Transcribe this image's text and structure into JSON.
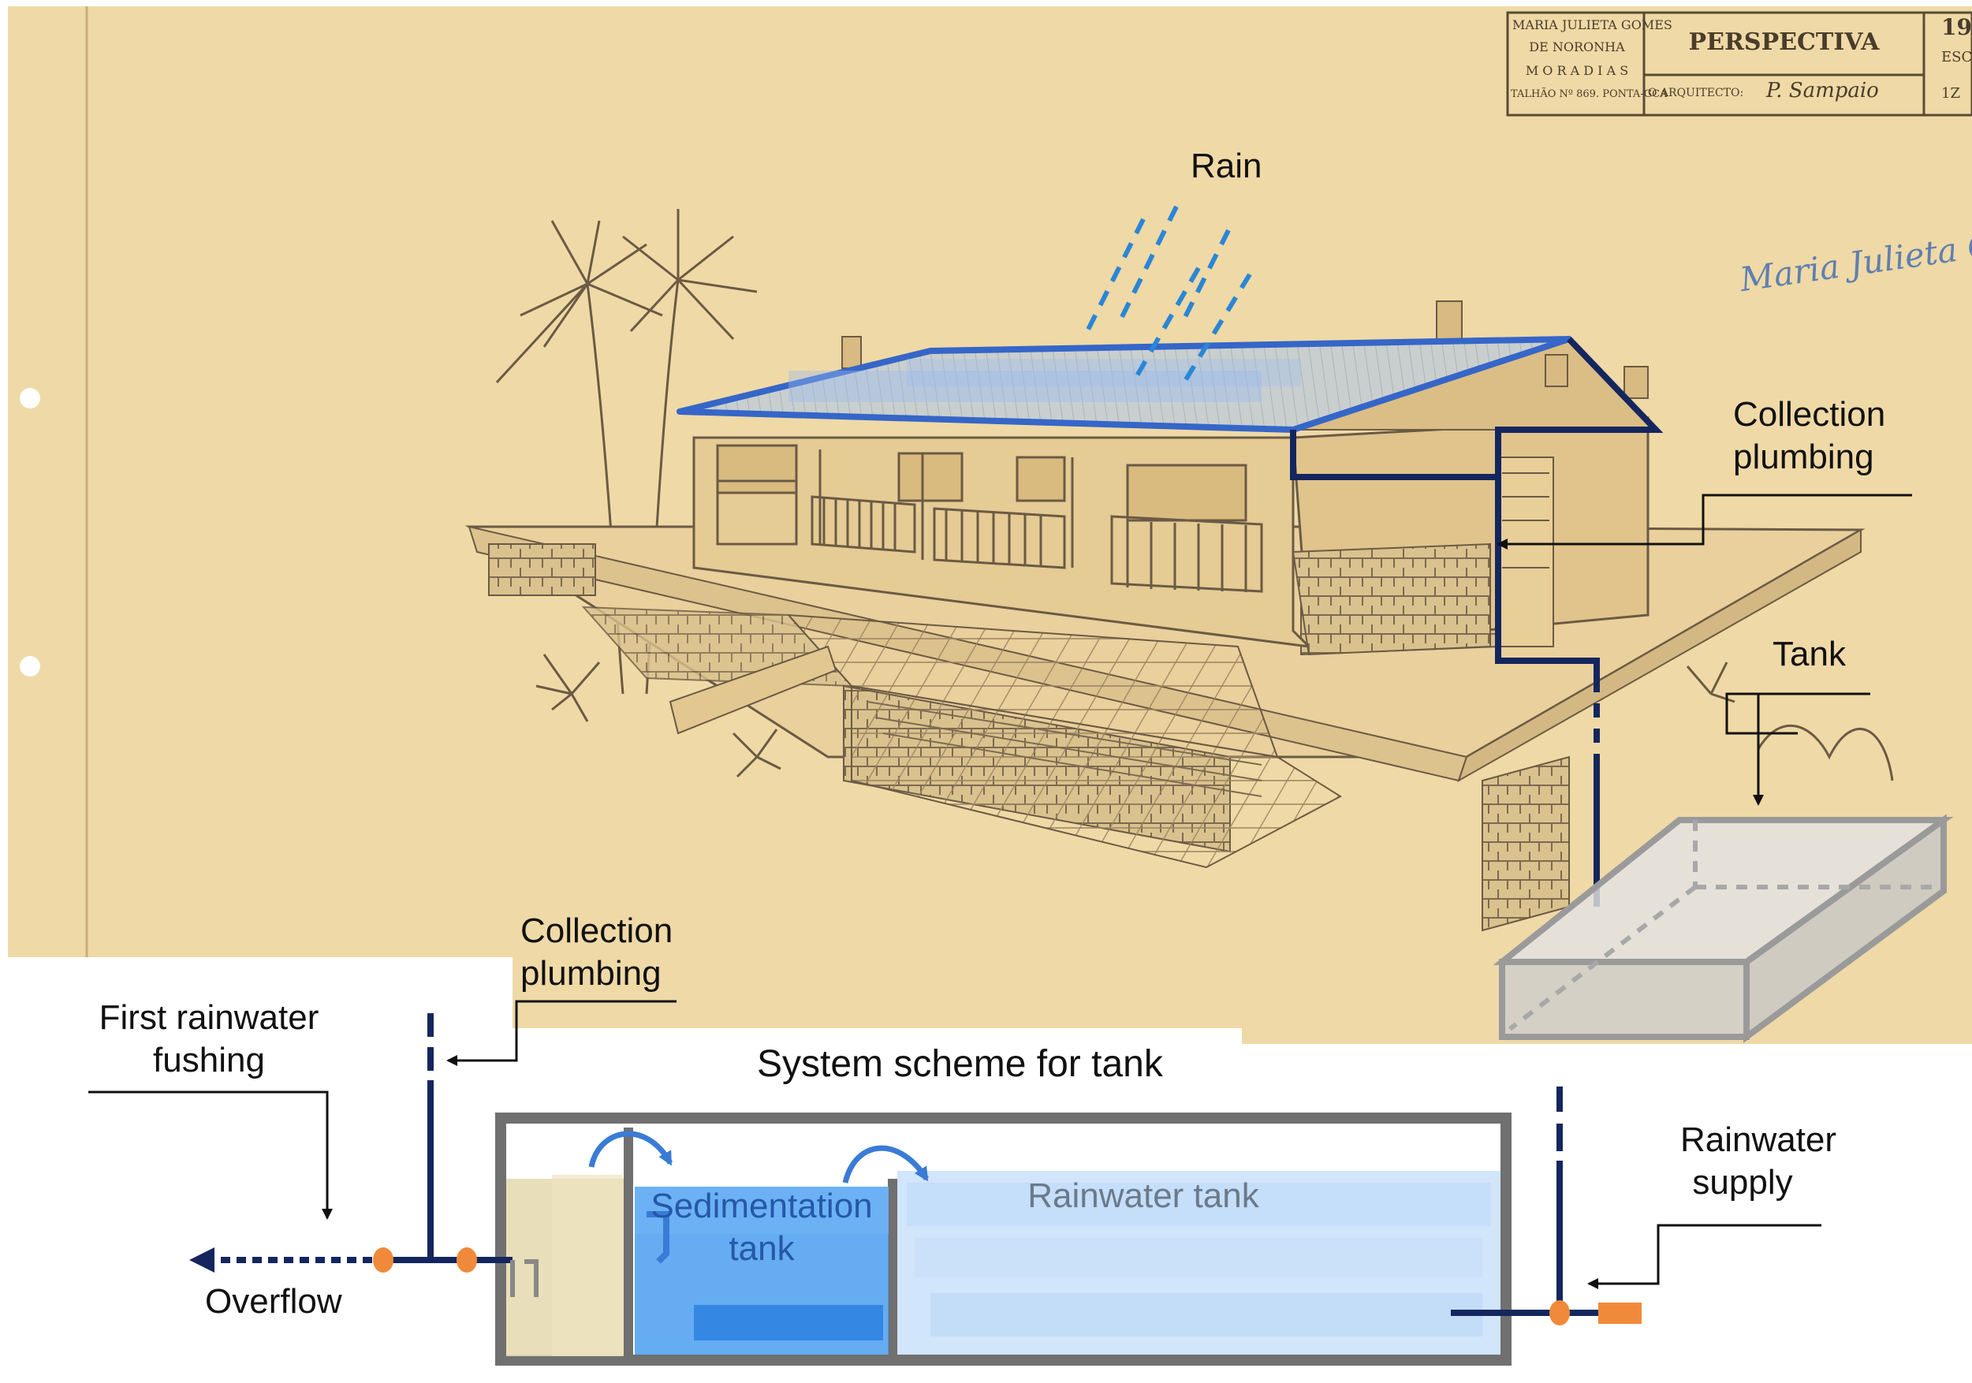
{
  "labels": {
    "rain": "Rain",
    "collection_plumbing_top_1": "Collection",
    "collection_plumbing_top_2": "plumbing",
    "tank": "Tank",
    "collection_plumbing_bottom_1": "Collection",
    "collection_plumbing_bottom_2": "plumbing",
    "first_rainwater_1": "First rainwater",
    "first_rainwater_2": "fushing",
    "overflow": "Overflow",
    "system_scheme": "System scheme for tank",
    "sedimentation_1": "Sedimentation",
    "sedimentation_2": "tank",
    "rainwater_tank": "Rainwater tank",
    "rainwater_supply_1": "Rainwater",
    "rainwater_supply_2": "supply"
  },
  "title_block": {
    "owner_1": "MARIA JULIETA GOMES",
    "owner_2": "DE NORONHA",
    "owner_3": "M O R A D I A S",
    "owner_4": "TALHÃO Nº 869. PONTA-GCA",
    "title": "PERSPECTIVA",
    "architect_label": "O ARQUITECTO:",
    "architect_sign": "P. Sampaio",
    "sheet_1": "19",
    "sheet_2": "ESC",
    "sheet_3": "1Z"
  },
  "signature": "Maria Julieta Gomes",
  "colors": {
    "paper": "#efd9a6",
    "pencil": "#6b5a44",
    "roof_blue": "#3566c8",
    "pipe_navy": "#14265e",
    "rain_blue": "#2a86d6",
    "tank_gray": "#8a8a8a",
    "orange": "#f08a3a",
    "sediment_blue": "#4a9ef0",
    "rainwater_blue": "#cfe4fb",
    "filter_beige": "#e6dcb2"
  }
}
